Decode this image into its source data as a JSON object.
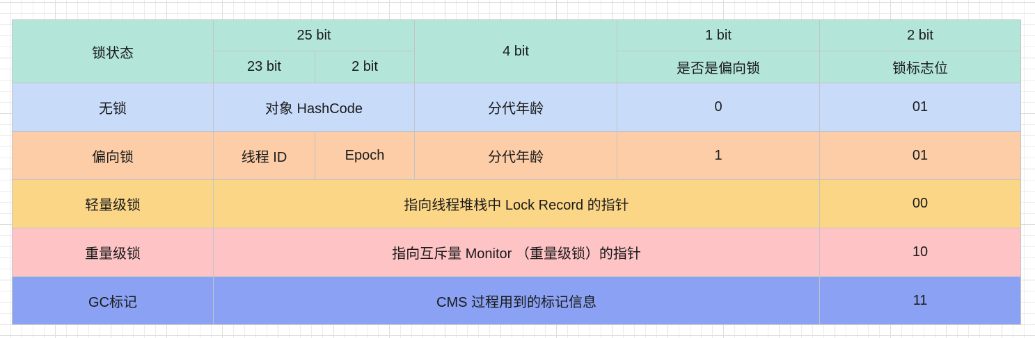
{
  "colors": {
    "header_bg": "#b3e6d9",
    "row_no_lock": "#c8dbf8",
    "row_biased": "#fccda6",
    "row_lightweight": "#fcd687",
    "row_heavyweight": "#fec3c5",
    "row_gc": "#8ba1f3",
    "cell_border": "#c2c4c8",
    "text": "#1a1a1a",
    "grid_minor": "#ececec",
    "grid_major": "#dedede"
  },
  "header": {
    "lock_state": "锁状态",
    "bits_25": "25 bit",
    "bits_23": "23 bit",
    "bits_2_sub": "2 bit",
    "bits_4": "4 bit",
    "bits_1": "1 bit",
    "is_biased": "是否是偏向锁",
    "bits_2": "2 bit",
    "lock_flag": "锁标志位"
  },
  "rows": [
    {
      "state": "无锁",
      "hash": "对象 HashCode",
      "age": "分代年龄",
      "biased": "0",
      "flag": "01"
    },
    {
      "state": "偏向锁",
      "thread_id": "线程 ID",
      "epoch": "Epoch",
      "age": "分代年龄",
      "biased": "1",
      "flag": "01"
    },
    {
      "state": "轻量级锁",
      "content": "指向线程堆栈中 Lock Record 的指针",
      "flag": "00"
    },
    {
      "state": "重量级锁",
      "content": "指向互斥量 Monitor （重量级锁）的指针",
      "flag": "10"
    },
    {
      "state": "GC标记",
      "content": "CMS 过程用到的标记信息",
      "flag": "11"
    }
  ]
}
